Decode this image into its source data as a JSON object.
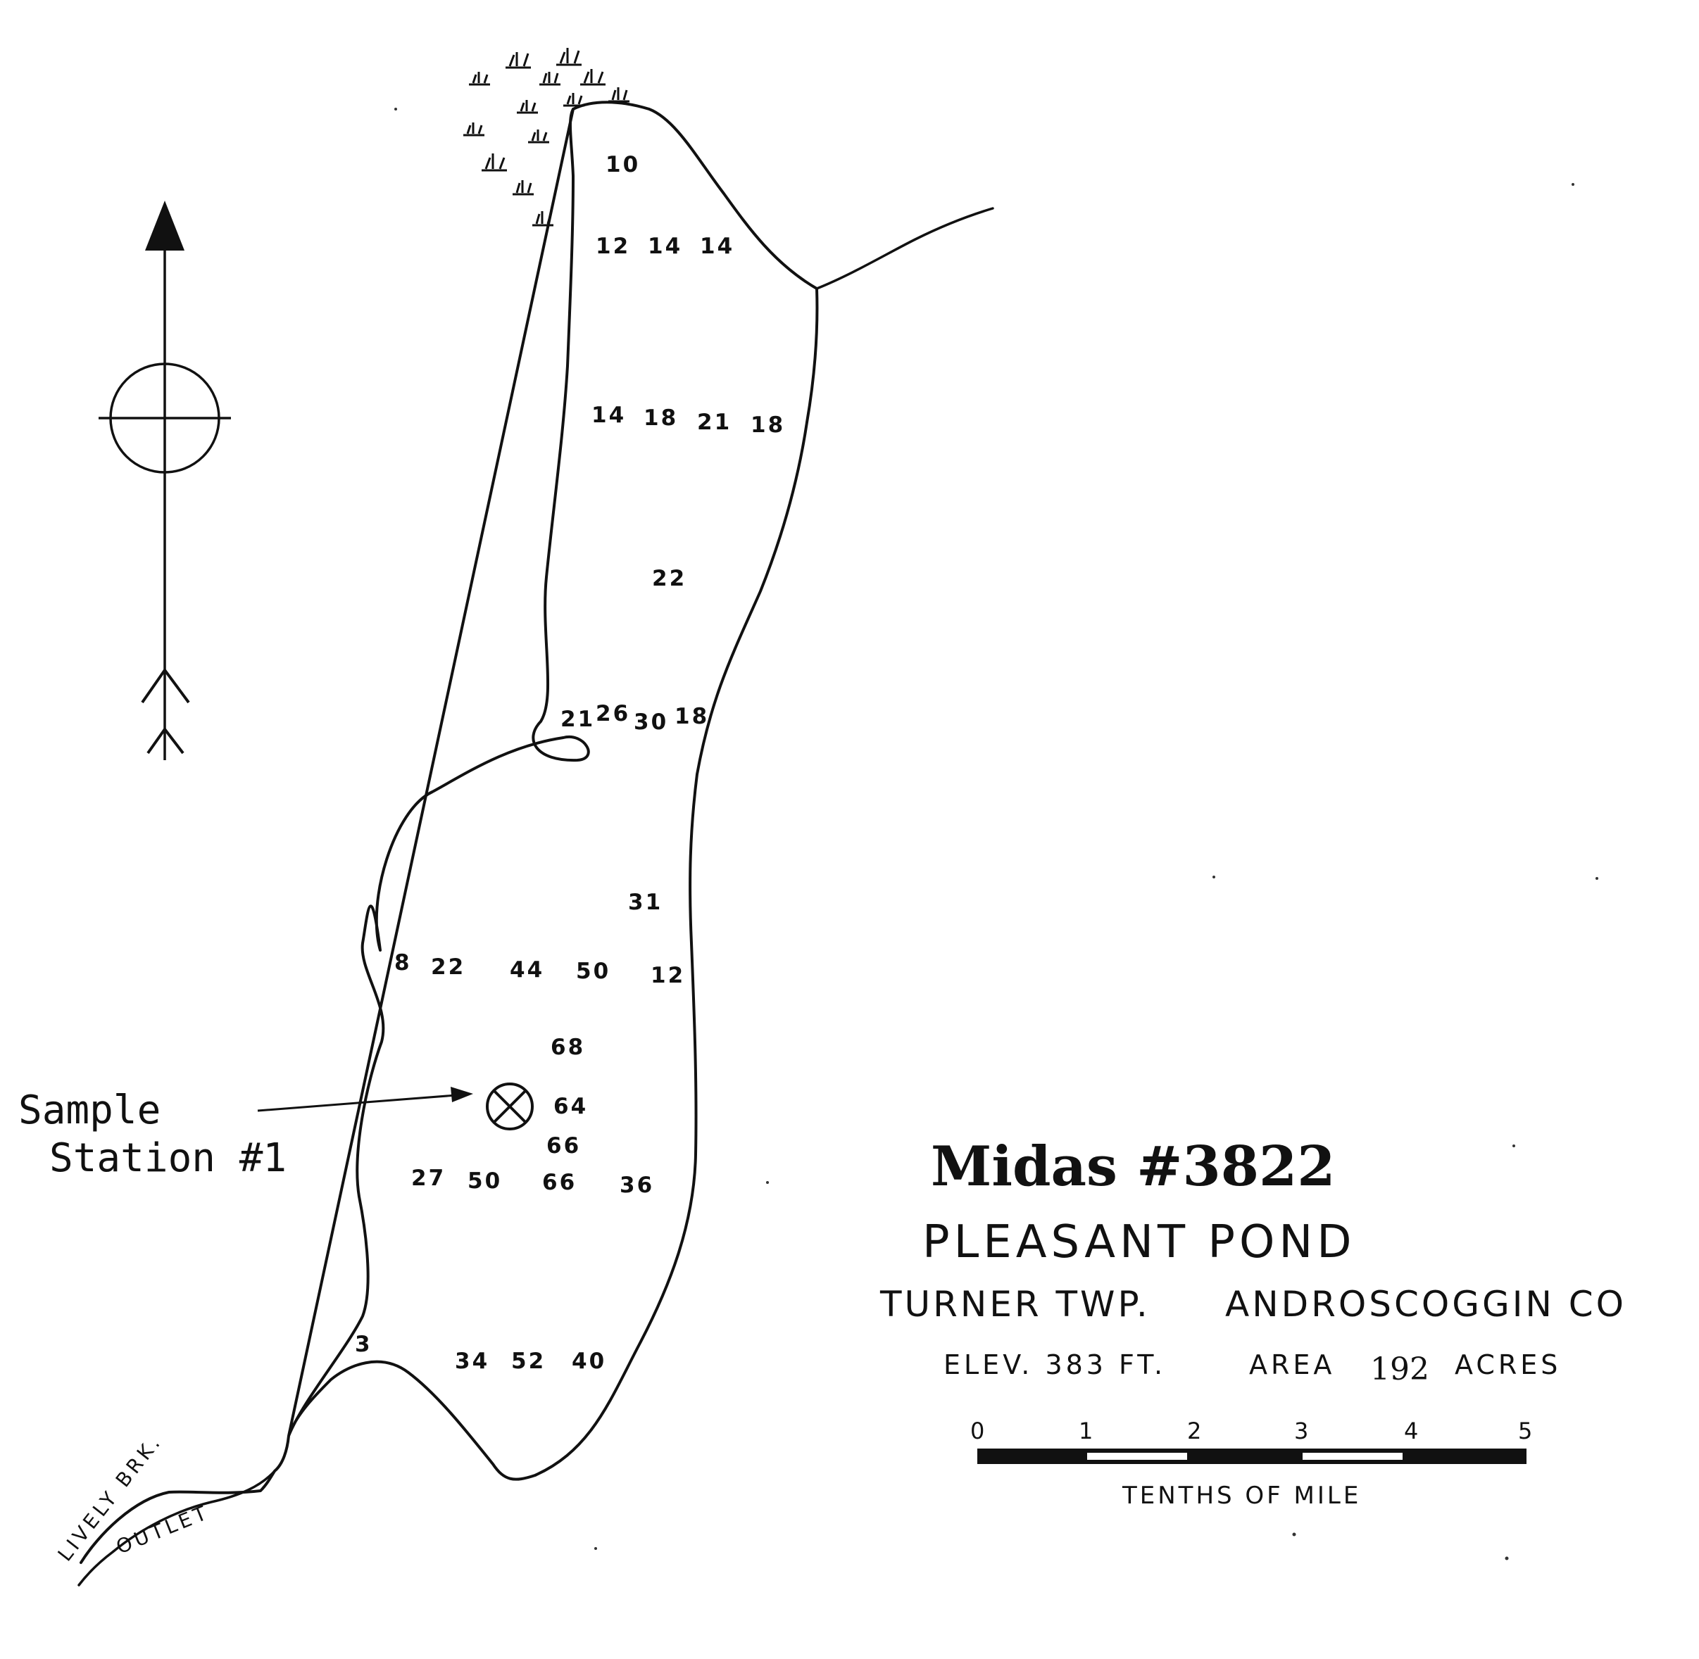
{
  "map": {
    "title": "Midas #3822",
    "pond_name": "PLEASANT POND",
    "township": "TURNER TWP.",
    "county": "ANDROSCOGGIN CO",
    "elevation_label": "ELEV. 383 FT.",
    "area_prefix": "AREA",
    "area_value": "192",
    "area_suffix": "ACRES",
    "sample_station": {
      "line1": "Sample",
      "line2": "Station #1"
    },
    "outlet": {
      "line1": "LIVELY BRK.",
      "line2": "OUTLET"
    },
    "scale_bar": {
      "ticks": [
        "0",
        "1",
        "2",
        "3",
        "4",
        "5"
      ],
      "unit": "TENTHS OF MILE"
    },
    "depth_soundings": [
      "10",
      "12",
      "14",
      "14",
      "14",
      "18",
      "21",
      "18",
      "22",
      "21",
      "26",
      "30",
      "18",
      "31",
      "8",
      "22",
      "44",
      "50",
      "12",
      "68",
      "64",
      "66",
      "27",
      "50",
      "66",
      "36",
      "3",
      "34",
      "52",
      "40"
    ]
  }
}
